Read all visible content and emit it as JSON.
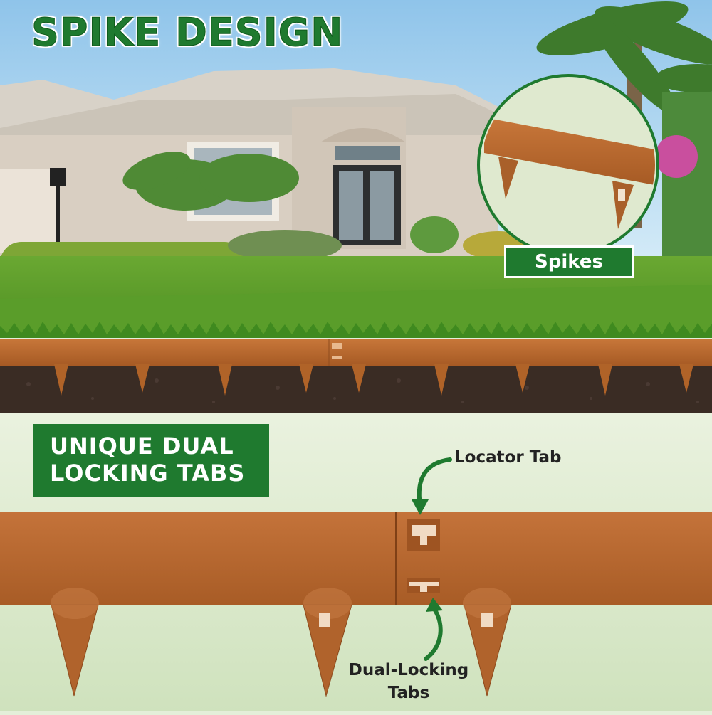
{
  "headline": "SPIKE DESIGN",
  "callouts": {
    "spikes": "Spikes",
    "tabs_line1": "UNIQUE DUAL",
    "tabs_line2": "LOCKING TABS",
    "locator_tab": "Locator Tab",
    "dual_locking_line1": "Dual-Locking",
    "dual_locking_line2": "Tabs"
  },
  "colors": {
    "brand_green": "#1f7a2f",
    "edging_rust": "#b8672d",
    "background_mint": "#e4efd9"
  },
  "icons": [
    "curved-arrow-down-icon",
    "curved-arrow-up-icon"
  ]
}
